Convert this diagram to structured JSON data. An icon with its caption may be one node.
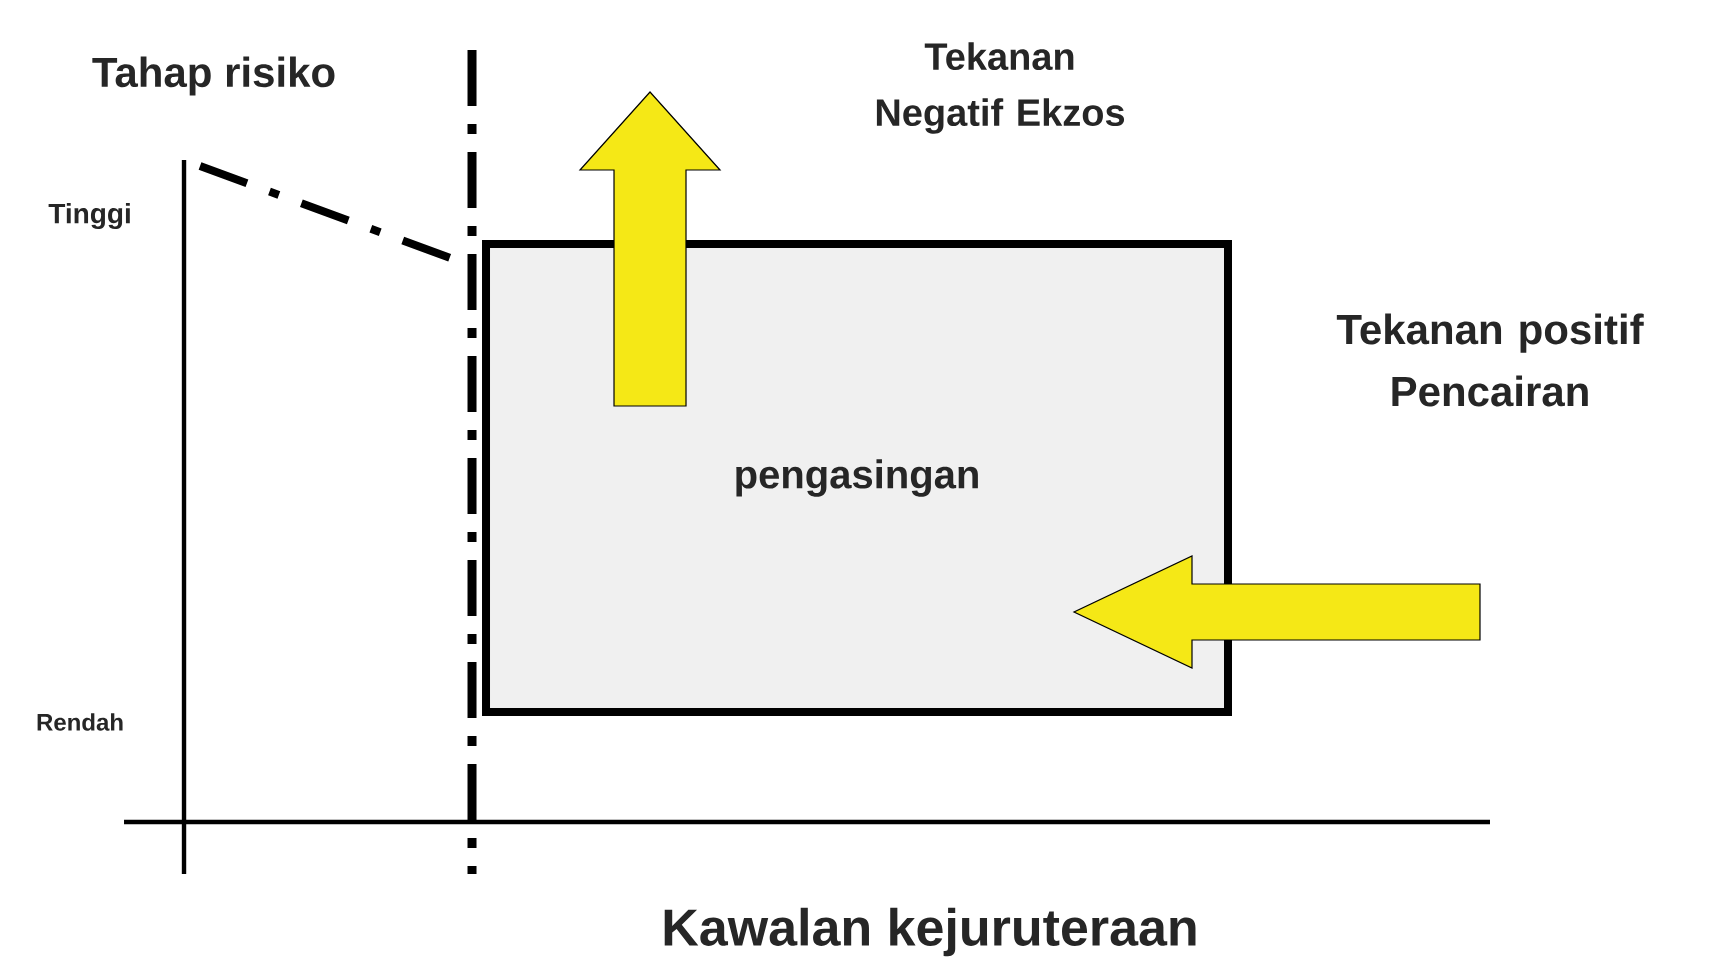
{
  "diagram": {
    "nodes": [
      {
        "text": [
          "pengasingan"
        ]
      }
    ],
    "labels": [
      "Tahap risiko",
      "Tinggi",
      "Rendah",
      "Tekanan Negatif Ekzos",
      "Tekanan positif Pencairan",
      "Kawalan kejuruteraan"
    ]
  }
}
